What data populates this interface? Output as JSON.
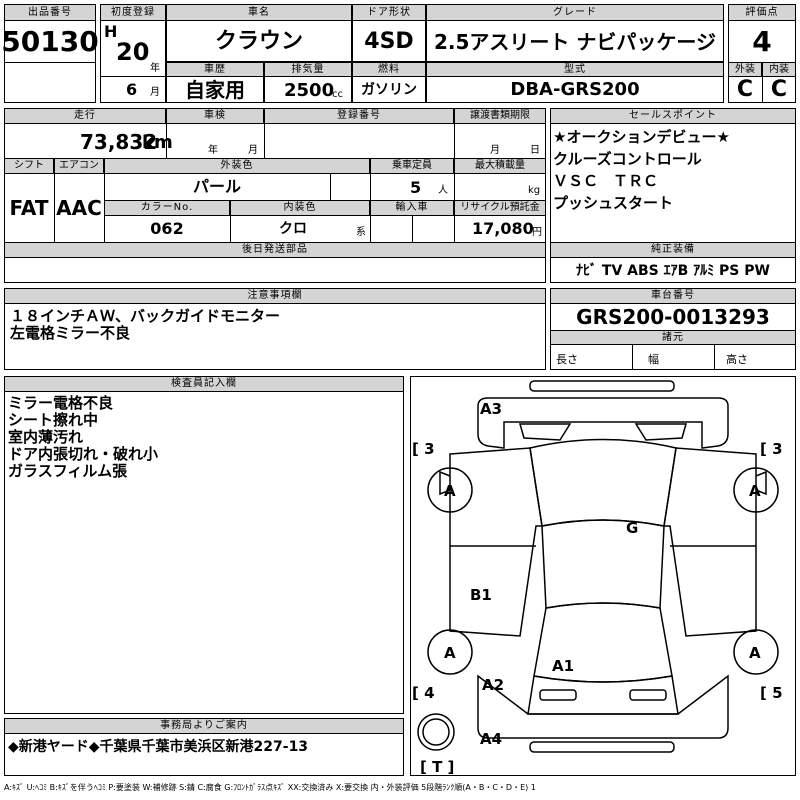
{
  "header": {
    "lot_label": "出品番号",
    "lot_value": "50130",
    "first_reg_label": "初度登録",
    "era": "H",
    "year": "20",
    "year_unit": "年",
    "month": "6",
    "month_unit": "月",
    "name_label": "車名",
    "name_value": "クラウン",
    "door_label": "ドア形状",
    "door_value": "4SD",
    "grade_label": "グレード",
    "grade_value": "2.5アスリート ナビパッケージ",
    "score_label": "評価点",
    "score_value": "4",
    "history_label": "車歴",
    "history_value": "自家用",
    "displacement_label": "排気量",
    "displacement_value": "2500",
    "displacement_unit": "cc",
    "fuel_label": "燃料",
    "fuel_value": "ガソリン",
    "model_label": "型式",
    "model_value": "DBA-GRS200",
    "ext_label": "外装",
    "ext_value": "C",
    "int_label": "内装",
    "int_value": "C"
  },
  "row2": {
    "mileage_label": "走行",
    "mileage_value": "73,832",
    "mileage_unit": "km",
    "inspection_label": "車検",
    "insp_year_unit": "年",
    "insp_month_unit": "月",
    "reg_label": "登録番号",
    "transfer_label": "譲渡書類期限",
    "tr_month_unit": "月",
    "tr_day_unit": "日",
    "shift_label": "シフト",
    "shift_value": "FAT",
    "ac_label": "エアコン",
    "ac_value": "AAC",
    "color_label": "外装色",
    "color_value": "パール",
    "capacity_label": "乗車定員",
    "capacity_value": "5",
    "capacity_unit": "人",
    "load_label": "最大積載量",
    "load_unit": "kg",
    "colorno_label": "カラーNo.",
    "colorno_value": "062",
    "interior_label": "内装色",
    "interior_value": "クロ",
    "interior_unit": "系",
    "import_label": "輸入車",
    "recycle_label": "リサイクル預託金",
    "recycle_value": "17,080",
    "recycle_unit": "円",
    "later_label": "後日発送部品"
  },
  "sales_points": {
    "label": "セールスポイント",
    "items": [
      "★オークションデビュー★",
      "クルーズコントロール",
      "ＶＳＣ　ＴＲＣ",
      "プッシュスタート"
    ]
  },
  "equipment": {
    "label": "純正装備",
    "value": "ﾅﾋﾞ TV ABS ｴｱB ｱﾙﾐ PS PW"
  },
  "notes": {
    "label": "注意事項欄",
    "lines": [
      "１８インチＡＷ、バックガイドモニター",
      "左電格ミラー不良"
    ]
  },
  "chassis": {
    "label": "車台番号",
    "value": "GRS200-0013293",
    "dims_label": "諸元",
    "length_label": "長さ",
    "width_label": "幅",
    "height_label": "高さ"
  },
  "inspector": {
    "label": "検査員記入欄",
    "lines": [
      "ミラー電格不良",
      "シート擦れ中",
      "室内薄汚れ",
      "ドア内張切れ・破れ小",
      "ガラスフィルム張"
    ]
  },
  "office": {
    "label": "事務局よりご案内",
    "value": "◆新港ヤード◆千葉県千葉市美浜区新港227-13"
  },
  "diagram": {
    "marks": {
      "a3": "A3",
      "g": "G",
      "b1": "B1",
      "a1": "A1",
      "a2": "A2",
      "a4": "A4",
      "a": "A"
    },
    "brackets": {
      "left_top": "[ 3",
      "right_top": "[ 3",
      "left_bottom": "[ 4",
      "right_bottom": "[ 5",
      "trunk": "[ T ]"
    }
  },
  "legend": "A:ｷｽﾞ U:ﾍｺﾐ B:ｷｽﾞを伴うﾍｺﾐ P:要塗装 W:補修跡 S:錆 C:腐食 G:ﾌﾛﾝﾄｶﾞﾗｽ点ｷｽﾞ XX:交換済み X:要交換 内・外装評価 5段階ﾗﾝｸ順(A・B・C・D・E) 1"
}
